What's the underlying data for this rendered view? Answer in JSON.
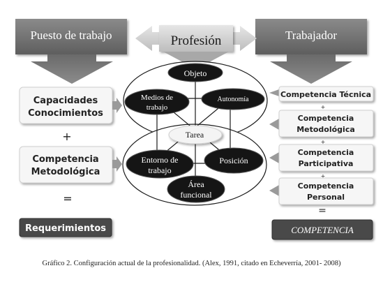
{
  "header": {
    "left": "Puesto de trabajo",
    "center": "Profesión",
    "right": "Trabajador"
  },
  "left_column": {
    "box1_line1": "Capacidades",
    "box1_line2": "Conocimientos",
    "plus": "+",
    "box2_line1": "Competencia",
    "box2_line2": "Metodológica",
    "equals": "=",
    "result": "Requerimientos"
  },
  "right_column": {
    "box1": "Competencia Técnica",
    "plus1": "+",
    "box2_line1": "Competencia",
    "box2_line2": "Metodológica",
    "plus2": "+",
    "box3_line1": "Competencia",
    "box3_line2": "Participativa",
    "plus3": "+",
    "box4_line1": "Competencia",
    "box4_line2": "Personal",
    "equals": "=",
    "result": "COMPETENCIA"
  },
  "center": {
    "top_node": "Objeto",
    "left_top_line1": "Medios de",
    "left_top_line2": "trabajo",
    "right_top": "Autonomía",
    "middle": "Tarea",
    "left_bottom_line1": "Entorno de",
    "left_bottom_line2": "trabajo",
    "right_bottom": "Posición",
    "bottom_line1": "Área",
    "bottom_line2": "funcional"
  },
  "caption": "Gráfico 2. Configuración actual de la profesionalidad. (Alex, 1991, citado en Echeverría, 2001- 2008)",
  "colors": {
    "header_dark": "#707070",
    "header_light": "#d4d4d4",
    "node_dark": "#151515",
    "result_dark": "#4a4a4a",
    "box_fill": "#f6f6f6"
  }
}
